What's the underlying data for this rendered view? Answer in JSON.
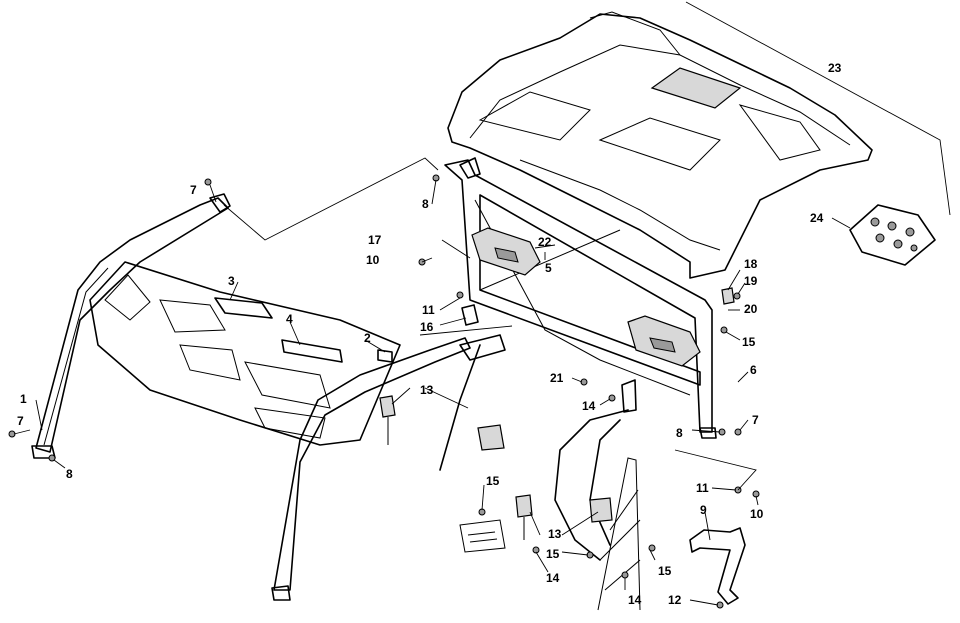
{
  "callouts": [
    {
      "id": "c1",
      "text": "1"
    },
    {
      "id": "c2",
      "text": "2"
    },
    {
      "id": "c3",
      "text": "3"
    },
    {
      "id": "c4",
      "text": "4"
    },
    {
      "id": "c5",
      "text": "5"
    },
    {
      "id": "c6",
      "text": "6"
    },
    {
      "id": "c7a",
      "text": "7"
    },
    {
      "id": "c7b",
      "text": "7"
    },
    {
      "id": "c7c",
      "text": "7"
    },
    {
      "id": "c8a",
      "text": "8"
    },
    {
      "id": "c8b",
      "text": "8"
    },
    {
      "id": "c8c",
      "text": "8"
    },
    {
      "id": "c9",
      "text": "9"
    },
    {
      "id": "c10a",
      "text": "10"
    },
    {
      "id": "c10b",
      "text": "10"
    },
    {
      "id": "c11a",
      "text": "11"
    },
    {
      "id": "c11b",
      "text": "11"
    },
    {
      "id": "c12",
      "text": "12"
    },
    {
      "id": "c13a",
      "text": "13"
    },
    {
      "id": "c13b",
      "text": "13"
    },
    {
      "id": "c14a",
      "text": "14"
    },
    {
      "id": "c14b",
      "text": "14"
    },
    {
      "id": "c14c",
      "text": "14"
    },
    {
      "id": "c15a",
      "text": "15"
    },
    {
      "id": "c15b",
      "text": "15"
    },
    {
      "id": "c15c",
      "text": "15"
    },
    {
      "id": "c15d",
      "text": "15"
    },
    {
      "id": "c16",
      "text": "16"
    },
    {
      "id": "c17",
      "text": "17"
    },
    {
      "id": "c18",
      "text": "18"
    },
    {
      "id": "c19",
      "text": "19"
    },
    {
      "id": "c20",
      "text": "20"
    },
    {
      "id": "c21",
      "text": "21"
    },
    {
      "id": "c22",
      "text": "22"
    },
    {
      "id": "c23",
      "text": "23"
    },
    {
      "id": "c24",
      "text": "24"
    }
  ]
}
